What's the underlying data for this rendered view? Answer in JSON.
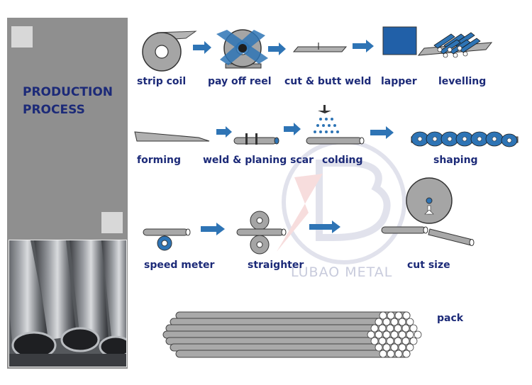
{
  "sidebar": {
    "title_line1": "PRODUCTION",
    "title_line2": "PROCESS"
  },
  "steps": {
    "strip_coil": "strip coil",
    "pay_off_reel": "pay off reel",
    "cut_butt_weld": "cut & butt weld",
    "lapper": "lapper",
    "levelling": "levelling",
    "forming": "forming",
    "weld_planing_scar": "weld & planing scar",
    "colding": "colding",
    "shaping": "shaping",
    "speed_meter": "speed meter",
    "straighter": "straighter",
    "cut_size": "cut size",
    "pack": "pack"
  },
  "watermark": "LUBAO METAL",
  "colors": {
    "label": "#1c2a78",
    "arrow": "#2e74b5",
    "steel": "#a9a9a9",
    "sidebar": "#8f8f8f",
    "watermark": "#c8cbdc"
  },
  "icons": {
    "arrow": "right-arrow-icon",
    "coil": "coil-icon",
    "reel": "reel-icon",
    "lapper": "lapper-square-icon",
    "water": "water-spray-icon",
    "logo": "lubao-logo-icon"
  }
}
